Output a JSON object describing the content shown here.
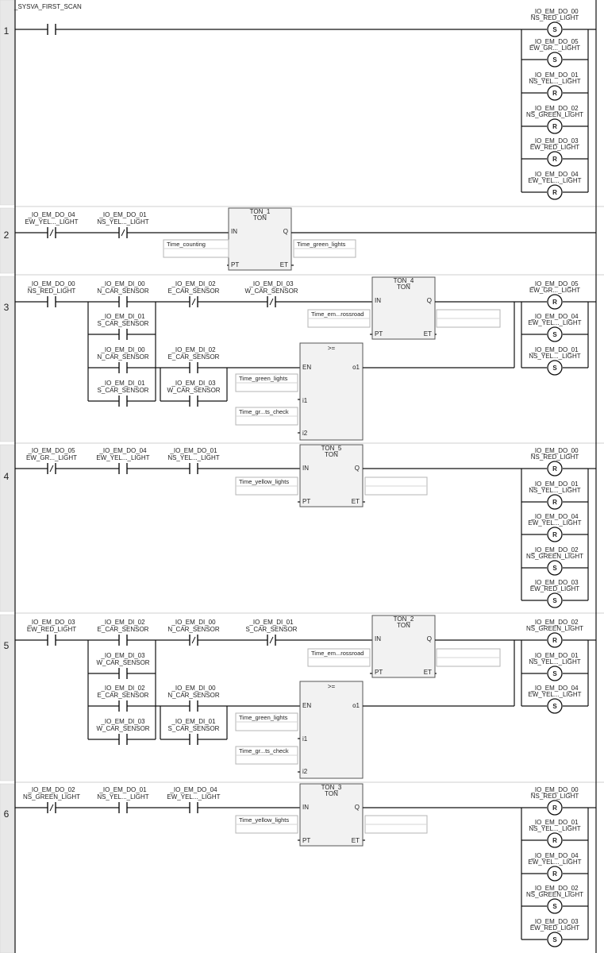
{
  "rungs": [
    {
      "number": "1",
      "contacts": [
        {
          "kind": "NO",
          "labels": [
            "_SYSVA_FIRST_SCAN"
          ]
        }
      ],
      "coils": [
        {
          "address": "_IO_EM_DO_00",
          "name": "NS_RED_LIGHT",
          "type": "S"
        },
        {
          "address": "_IO_EM_DO_05",
          "name": "EW_GR..._LIGHT",
          "type": "S"
        },
        {
          "address": "_IO_EM_DO_01",
          "name": "NS_YEL..._LIGHT",
          "type": "R"
        },
        {
          "address": "_IO_EM_DO_02",
          "name": "NS_GREEN_LIGHT",
          "type": "R"
        },
        {
          "address": "_IO_EM_DO_03",
          "name": "EW_RED_LIGHT",
          "type": "R"
        },
        {
          "address": "_IO_EM_DO_04",
          "name": "EW_YEL..._LIGHT",
          "type": "R"
        }
      ]
    },
    {
      "number": "2",
      "contacts": [
        {
          "kind": "NC",
          "labels": [
            "_IO_EM_DO_04",
            "EW_YEL..._LIGHT"
          ]
        },
        {
          "kind": "NC",
          "labels": [
            "_IO_EM_DO_01",
            "NS_YEL..._LIGHT"
          ]
        }
      ],
      "blocks": [
        {
          "instance": "TON_1",
          "type": "TON",
          "pins_in": [
            "IN",
            "PT"
          ],
          "pins_out": [
            "Q",
            "ET"
          ],
          "input_var": "Time_counting",
          "output_var": "Time_green_lights"
        }
      ]
    },
    {
      "number": "3",
      "contacts": [
        {
          "kind": "NO",
          "labels": [
            "_IO_EM_DO_00",
            "NS_RED_LIGHT"
          ]
        },
        {
          "kind": "NO",
          "labels": [
            "_IO_EM_DI_00",
            "N_CAR_SENSOR"
          ]
        },
        {
          "kind": "NO",
          "labels": [
            "_IO_EM_DI_01",
            "S_CAR_SENSOR"
          ]
        },
        {
          "kind": "NC",
          "labels": [
            "_IO_EM_DI_02",
            "E_CAR_SENSOR"
          ]
        },
        {
          "kind": "NC",
          "labels": [
            "_IO_EM_DI_03",
            "W_CAR_SENSOR"
          ]
        },
        {
          "kind": "NO",
          "labels": [
            "_IO_EM_DI_00",
            "N_CAR_SENSOR"
          ]
        },
        {
          "kind": "NO",
          "labels": [
            "_IO_EM_DI_02",
            "E_CAR_SENSOR"
          ]
        },
        {
          "kind": "NO",
          "labels": [
            "_IO_EM_DI_01",
            "S_CAR_SENSOR"
          ]
        },
        {
          "kind": "NO",
          "labels": [
            "_IO_EM_DI_03",
            "W_CAR_SENSOR"
          ]
        }
      ],
      "blocks": [
        {
          "instance": "TON_4",
          "type": "TON",
          "pins_in": [
            "IN",
            "PT"
          ],
          "pins_out": [
            "Q",
            "ET"
          ],
          "input_var": "Time_em...rossroad",
          "output_var": ""
        },
        {
          "instance": "",
          "type": ">=",
          "pins_in": [
            "EN",
            "i1",
            "i2"
          ],
          "pins_out": [
            "o1"
          ],
          "inputs": [
            "Time_green_lights",
            "Time_gr...ts_check"
          ]
        }
      ],
      "coils": [
        {
          "address": "_IO_EM_DO_05",
          "name": "EW_GR..._LIGHT",
          "type": "R"
        },
        {
          "address": "_IO_EM_DO_04",
          "name": "EW_YEL..._LIGHT",
          "type": "S"
        },
        {
          "address": "_IO_EM_DO_01",
          "name": "NS_YEL..._LIGHT",
          "type": "S"
        }
      ]
    },
    {
      "number": "4",
      "contacts": [
        {
          "kind": "NC",
          "labels": [
            "_IO_EM_DO_05",
            "EW_GR..._LIGHT"
          ]
        },
        {
          "kind": "NO",
          "labels": [
            "_IO_EM_DO_04",
            "EW_YEL..._LIGHT"
          ]
        },
        {
          "kind": "NO",
          "labels": [
            "_IO_EM_DO_01",
            "NS_YEL..._LIGHT"
          ]
        }
      ],
      "blocks": [
        {
          "instance": "TON_5",
          "type": "TON",
          "pins_in": [
            "IN",
            "PT"
          ],
          "pins_out": [
            "Q",
            "ET"
          ],
          "input_var": "Time_yellow_lights",
          "output_var": ""
        }
      ],
      "coils": [
        {
          "address": "_IO_EM_DO_00",
          "name": "NS_RED_LIGHT",
          "type": "R"
        },
        {
          "address": "_IO_EM_DO_01",
          "name": "NS_YEL..._LIGHT",
          "type": "R"
        },
        {
          "address": "_IO_EM_DO_04",
          "name": "EW_YEL..._LIGHT",
          "type": "R"
        },
        {
          "address": "_IO_EM_DO_02",
          "name": "NS_GREEN_LIGHT",
          "type": "S"
        },
        {
          "address": "_IO_EM_DO_03",
          "name": "EW_RED_LIGHT",
          "type": "S"
        }
      ]
    },
    {
      "number": "5",
      "contacts": [
        {
          "kind": "NO",
          "labels": [
            "_IO_EM_DO_03",
            "EW_RED_LIGHT"
          ]
        },
        {
          "kind": "NO",
          "labels": [
            "_IO_EM_DI_02",
            "E_CAR_SENSOR"
          ]
        },
        {
          "kind": "NO",
          "labels": [
            "_IO_EM_DI_03",
            "W_CAR_SENSOR"
          ]
        },
        {
          "kind": "NC",
          "labels": [
            "_IO_EM_DI_00",
            "N_CAR_SENSOR"
          ]
        },
        {
          "kind": "NC",
          "labels": [
            "_IO_EM_DI_01",
            "S_CAR_SENSOR"
          ]
        },
        {
          "kind": "NO",
          "labels": [
            "_IO_EM_DI_02",
            "E_CAR_SENSOR"
          ]
        },
        {
          "kind": "NO",
          "labels": [
            "_IO_EM_DI_00",
            "N_CAR_SENSOR"
          ]
        },
        {
          "kind": "NO",
          "labels": [
            "_IO_EM_DI_03",
            "W_CAR_SENSOR"
          ]
        },
        {
          "kind": "NO",
          "labels": [
            "_IO_EM_DI_01",
            "S_CAR_SENSOR"
          ]
        }
      ],
      "blocks": [
        {
          "instance": "TON_2",
          "type": "TON",
          "pins_in": [
            "IN",
            "PT"
          ],
          "pins_out": [
            "Q",
            "ET"
          ],
          "input_var": "Time_em...rossroad",
          "output_var": ""
        },
        {
          "instance": "",
          "type": ">=",
          "pins_in": [
            "EN",
            "i1",
            "i2"
          ],
          "pins_out": [
            "o1"
          ],
          "inputs": [
            "Time_green_lights",
            "Time_gr...ts_check"
          ]
        }
      ],
      "coils": [
        {
          "address": "_IO_EM_DO_02",
          "name": "NS_GREEN_LIGHT",
          "type": "R"
        },
        {
          "address": "_IO_EM_DO_01",
          "name": "NS_YEL..._LIGHT",
          "type": "S"
        },
        {
          "address": "_IO_EM_DO_04",
          "name": "EW_YEL..._LIGHT",
          "type": "S"
        }
      ]
    },
    {
      "number": "6",
      "contacts": [
        {
          "kind": "NC",
          "labels": [
            "_IO_EM_DO_02",
            "NS_GREEN_LIGHT"
          ]
        },
        {
          "kind": "NO",
          "labels": [
            "_IO_EM_DO_01",
            "NS_YEL..._LIGHT"
          ]
        },
        {
          "kind": "NO",
          "labels": [
            "_IO_EM_DO_04",
            "EW_YEL..._LIGHT"
          ]
        }
      ],
      "blocks": [
        {
          "instance": "TON_3",
          "type": "TON",
          "pins_in": [
            "IN",
            "PT"
          ],
          "pins_out": [
            "Q",
            "ET"
          ],
          "input_var": "Time_yellow_lights",
          "output_var": ""
        }
      ],
      "coils": [
        {
          "address": "_IO_EM_DO_00",
          "name": "NS_RED_LIGHT",
          "type": "R"
        },
        {
          "address": "_IO_EM_DO_01",
          "name": "NS_YEL..._LIGHT",
          "type": "R"
        },
        {
          "address": "_IO_EM_DO_04",
          "name": "EW_YEL..._LIGHT",
          "type": "R"
        },
        {
          "address": "_IO_EM_DO_02",
          "name": "NS_GREEN_LIGHT",
          "type": "S"
        },
        {
          "address": "_IO_EM_DO_03",
          "name": "EW_RED_LIGHT",
          "type": "S"
        }
      ]
    }
  ],
  "colors": {
    "wire": "#111111",
    "block_fill": "#f2f2f2",
    "block_stroke": "#555555",
    "gutter": "#e8e8e8",
    "input_box": "#b5b5b5"
  }
}
